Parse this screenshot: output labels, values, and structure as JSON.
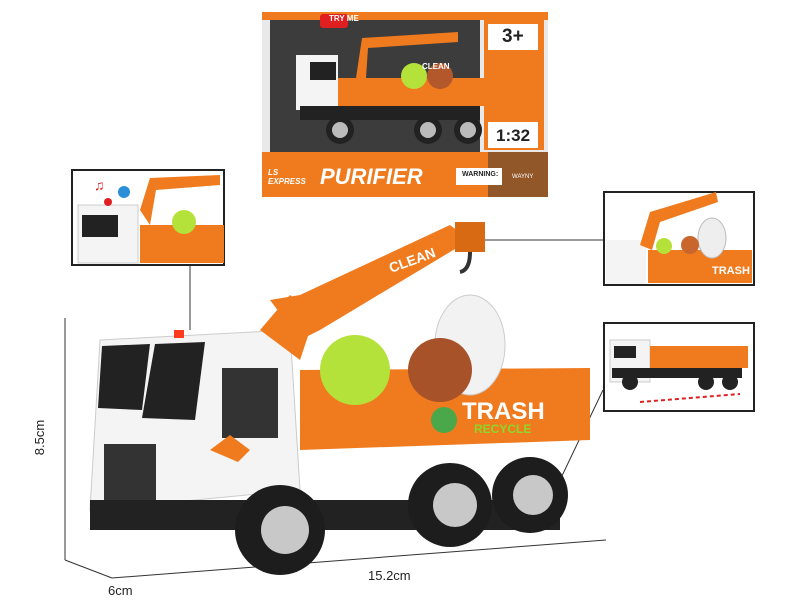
{
  "package": {
    "badge": "TRY ME",
    "age": "3+",
    "scale": "1:32",
    "brand": "LS EXPRESS",
    "product_name": "PURIFIER",
    "warning": "WARNING:",
    "logo": "WAYNY"
  },
  "truck": {
    "crane_label": "CLEAN",
    "bed_title": "TRASH",
    "bed_subtitle": "RECYCLE"
  },
  "dimensions": {
    "height": "8.5cm",
    "width": "6cm",
    "length": "15.2cm"
  },
  "colors": {
    "orange": "#f07a1e",
    "dark": "#2a2a2a",
    "white": "#f4f4f4"
  }
}
